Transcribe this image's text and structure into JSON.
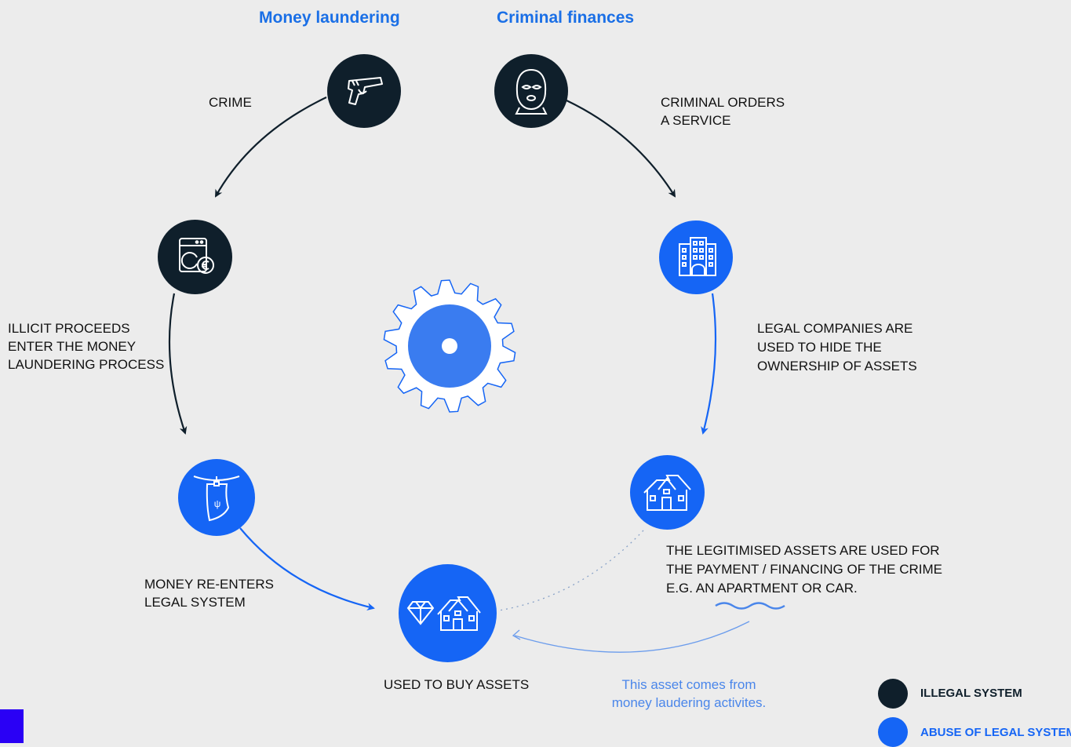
{
  "headers": {
    "money_laundering": "Money laundering",
    "criminal_finances": "Criminal finances"
  },
  "steps": {
    "crime": {
      "lines": [
        "CRIME"
      ],
      "icon": "pistol-icon",
      "system": "illegal"
    },
    "criminal_orders": {
      "lines": [
        "CRIMINAL ORDERS",
        "A SERVICE"
      ],
      "icon": "balaclava-icon",
      "system": "illegal"
    },
    "illicit_proceeds": {
      "lines": [
        "ILLICIT PROCEEDS",
        "ENTER THE MONEY",
        "LAUNDERING PROCESS"
      ],
      "icon": "washing-machine-euro-icon",
      "system": "illegal"
    },
    "legal_companies": {
      "lines": [
        "LEGAL COMPANIES ARE",
        "USED TO HIDE THE",
        "OWNERSHIP OF ASSETS"
      ],
      "icon": "office-building-icon",
      "system": "abuse"
    },
    "money_reenters": {
      "lines": [
        "MONEY RE-ENTERS",
        "LEGAL SYSTEM"
      ],
      "icon": "banknote-clothesline-icon",
      "system": "abuse"
    },
    "legitimised_assets": {
      "lines": [
        "THE LEGITIMISED ASSETS ARE USED FOR",
        "THE PAYMENT / FINANCING OF THE CRIME",
        "E.G. AN APARTMENT OR CAR."
      ],
      "icon": "house-icon",
      "system": "abuse"
    },
    "buy_assets": {
      "lines": [
        "USED TO BUY ASSETS"
      ],
      "icon": "diamond-house-icon",
      "system": "abuse"
    }
  },
  "note": {
    "lines": [
      "This asset comes from",
      "money laudering activites."
    ]
  },
  "legend": {
    "illegal": {
      "label": "ILLEGAL SYSTEM",
      "color": "#0f1f2b"
    },
    "abuse": {
      "label": "ABUSE OF LEGAL SYSTEM",
      "color": "#1565f5"
    }
  },
  "colors": {
    "header": "#1a6fe6",
    "dark": "#0f1f2b",
    "blue": "#1565f5",
    "light_blue": "#4a86ea",
    "background": "#ececec"
  }
}
